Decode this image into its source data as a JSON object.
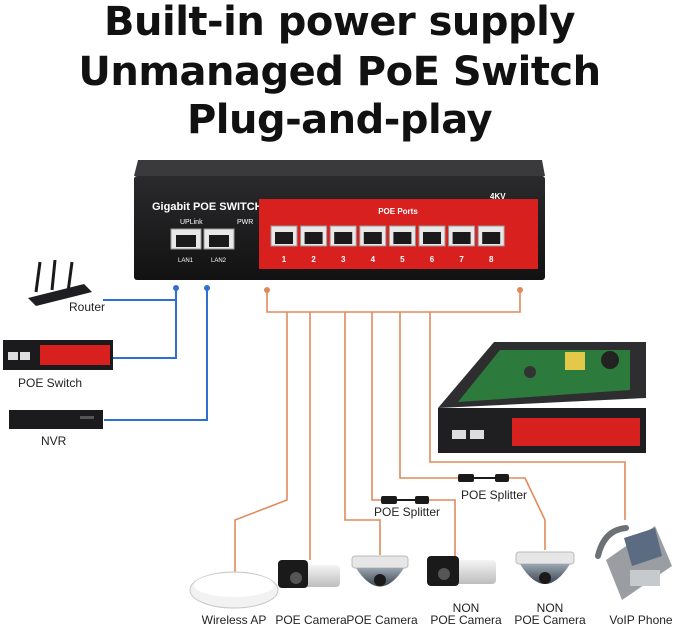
{
  "headline": {
    "line1": "Built-in power supply",
    "line2": "Unmanaged PoE Switch",
    "line3": "Plug-and-play"
  },
  "switch": {
    "brand": "Gigabit POE SWITCH",
    "rating": "4KV",
    "uplink_label": "UPLink",
    "pwr_label": "PWR",
    "poe_ports_label": "POE Ports",
    "lan_ports": [
      "LAN1",
      "LAN2"
    ],
    "poe_port_numbers": [
      "1",
      "2",
      "3",
      "4",
      "5",
      "6",
      "7",
      "8"
    ]
  },
  "left_devices": {
    "router": "Router",
    "poe_switch": "POE Switch",
    "nvr": "NVR"
  },
  "splitters": [
    "POE Splitter",
    "POE Splitter"
  ],
  "bottom_devices": [
    {
      "line1": "Wireless AP",
      "line2": ""
    },
    {
      "line1": "POE Camera",
      "line2": ""
    },
    {
      "line1": "POE Camera",
      "line2": ""
    },
    {
      "line1": "NON",
      "line2": "POE Camera"
    },
    {
      "line1": "NON",
      "line2": "POE Camera"
    },
    {
      "line1": "VoIP Phone",
      "line2": ""
    }
  ],
  "colors": {
    "switch_body": "#1c1c1e",
    "poe_panel": "#d8201f",
    "lan_cable": "#2f6fd1",
    "poe_cable": "#e08a5a",
    "text": "#111111"
  }
}
